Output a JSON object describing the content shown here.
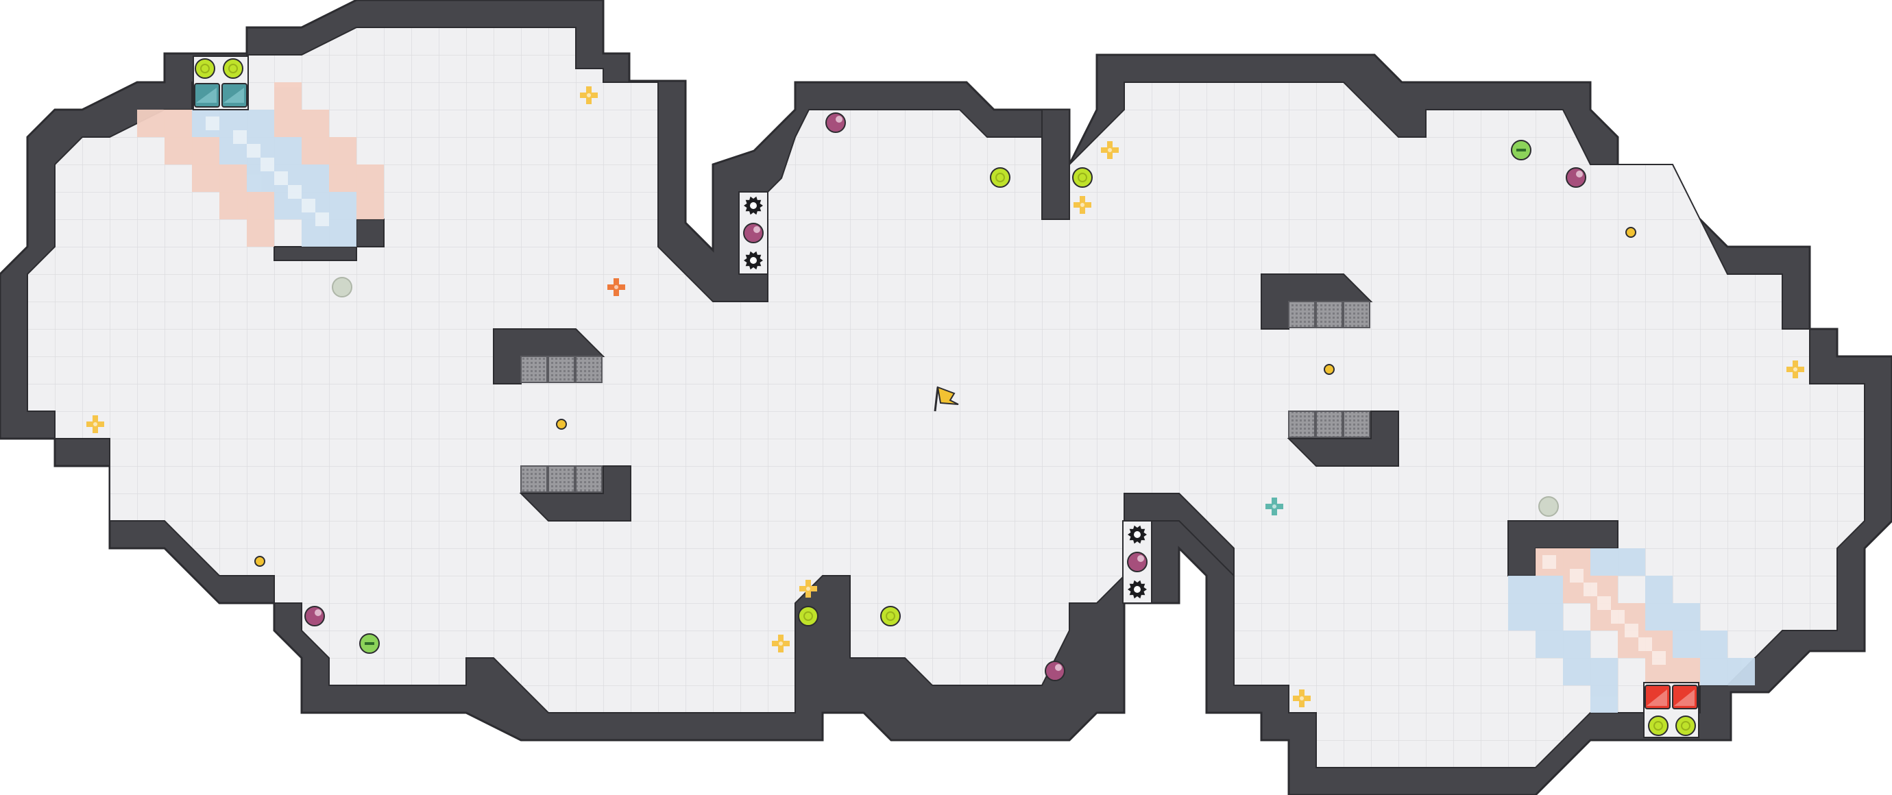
{
  "map": {
    "name": "arena-map",
    "colors": {
      "floor": "#f0f0f2",
      "grid": "#dcdcdf",
      "wall": "#46464b",
      "wall_edge": "#2c2c30",
      "blue_zone": "#c8dcee",
      "red_zone": "#f3cfc2",
      "crate": "#8c8c90",
      "lime_orb": "#bfe22a",
      "pink_orb": "#a64f7c",
      "yellow_cross": "#f6c54a",
      "orange_cross": "#ee7a3b",
      "teal_cross": "#5fb7ad",
      "teal_base": "#4e9aa0",
      "red_base": "#e83b2e",
      "coin": "#f2c232",
      "flag": "#f2c232"
    }
  },
  "pickups": {
    "center_flag": "flag-icon",
    "teal_spawn": "teal-spawn-pad",
    "red_spawn": "red-spawn-pad",
    "health_orb": "lime-orb-icon",
    "hazard_orb": "pink-orb-icon",
    "shield_orb": "green-shield-orb-icon",
    "power_cross": "plus-cross-icon",
    "coin": "coin-icon",
    "gear": "gear-icon"
  }
}
